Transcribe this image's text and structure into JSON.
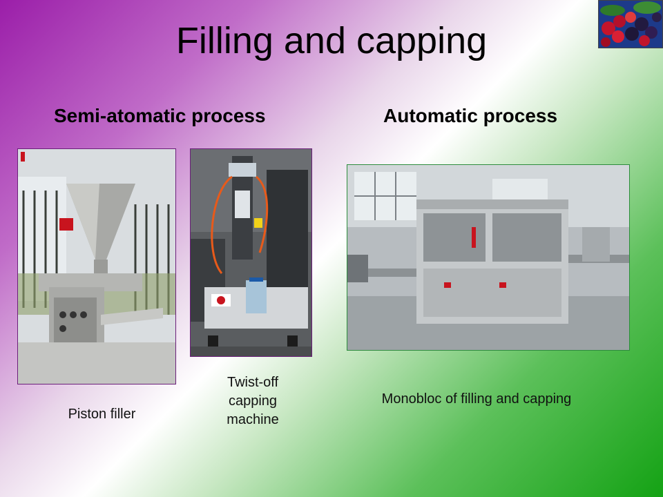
{
  "slide": {
    "title": "Filling and capping",
    "sections": {
      "semi": {
        "heading": "Semi-atomatic process"
      },
      "auto": {
        "heading": "Automatic process"
      }
    },
    "captions": {
      "piston_filler": "Piston filler",
      "twist_off": [
        "Twist-off",
        "capping",
        "machine"
      ],
      "monobloc": "Monobloc of filling and capping"
    }
  },
  "colors": {
    "gradient_top_left": "#9b1ea9",
    "gradient_bottom_right": "#14a214",
    "photo_border_purple": "#6b1e7a",
    "photo_border_green": "#2c8c3c"
  },
  "icons": {
    "logo": "berries-logo"
  }
}
